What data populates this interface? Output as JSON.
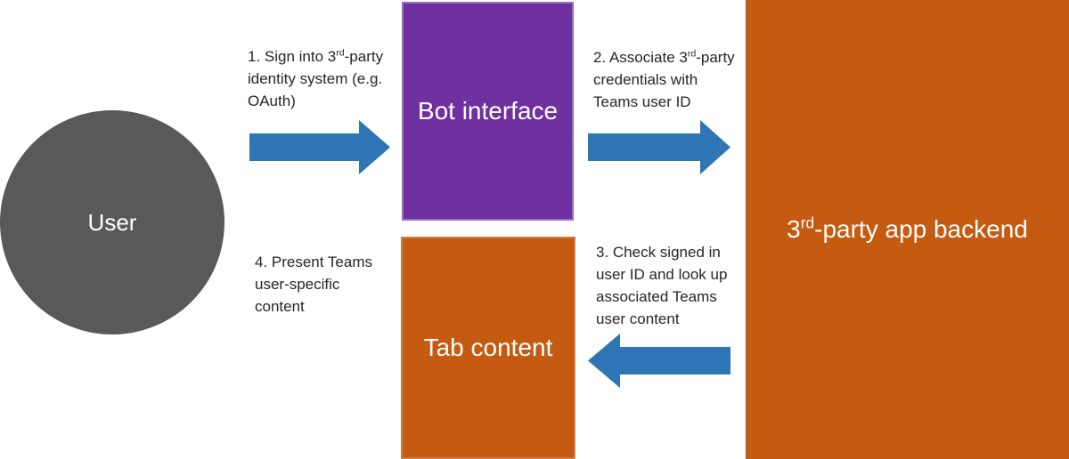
{
  "page": {
    "background_color": "#ffffff",
    "text_color": "#262626"
  },
  "nodes": {
    "user": {
      "label": "User",
      "fill": "#595959",
      "text_color": "#ffffff",
      "shape": "circle"
    },
    "bot_interface": {
      "label": "Bot interface",
      "fill": "#7030A0",
      "text_color": "#ffffff",
      "shape": "rectangle"
    },
    "tab_content": {
      "label": "Tab content",
      "fill": "#C55A11",
      "text_color": "#ffffff",
      "shape": "rectangle"
    },
    "app_backend": {
      "label_prefix": "3",
      "label_superscript": "rd",
      "label_suffix": "-party app backend",
      "fill": "#C55A11",
      "text_color": "#ffffff",
      "shape": "rectangle"
    }
  },
  "annotations": {
    "step1": {
      "prefix": "1. Sign into 3",
      "superscript": "rd",
      "suffix": "-party\nidentity system (e.g.\nOAuth)"
    },
    "step2": {
      "prefix": "2. Associate 3",
      "superscript": "rd",
      "suffix": "-party\ncredentials with\nTeams user ID"
    },
    "step3": {
      "text": "3. Check signed in\nuser ID and look up\nassociated Teams\nuser content"
    },
    "step4": {
      "text": "4. Present Teams\nuser-specific\ncontent"
    }
  },
  "arrows": {
    "color": "#2E75B6",
    "items": [
      {
        "name": "user-to-bot-interface",
        "direction": "right"
      },
      {
        "name": "bot-interface-to-backend",
        "direction": "right"
      },
      {
        "name": "backend-to-tab-content",
        "direction": "left"
      }
    ]
  }
}
